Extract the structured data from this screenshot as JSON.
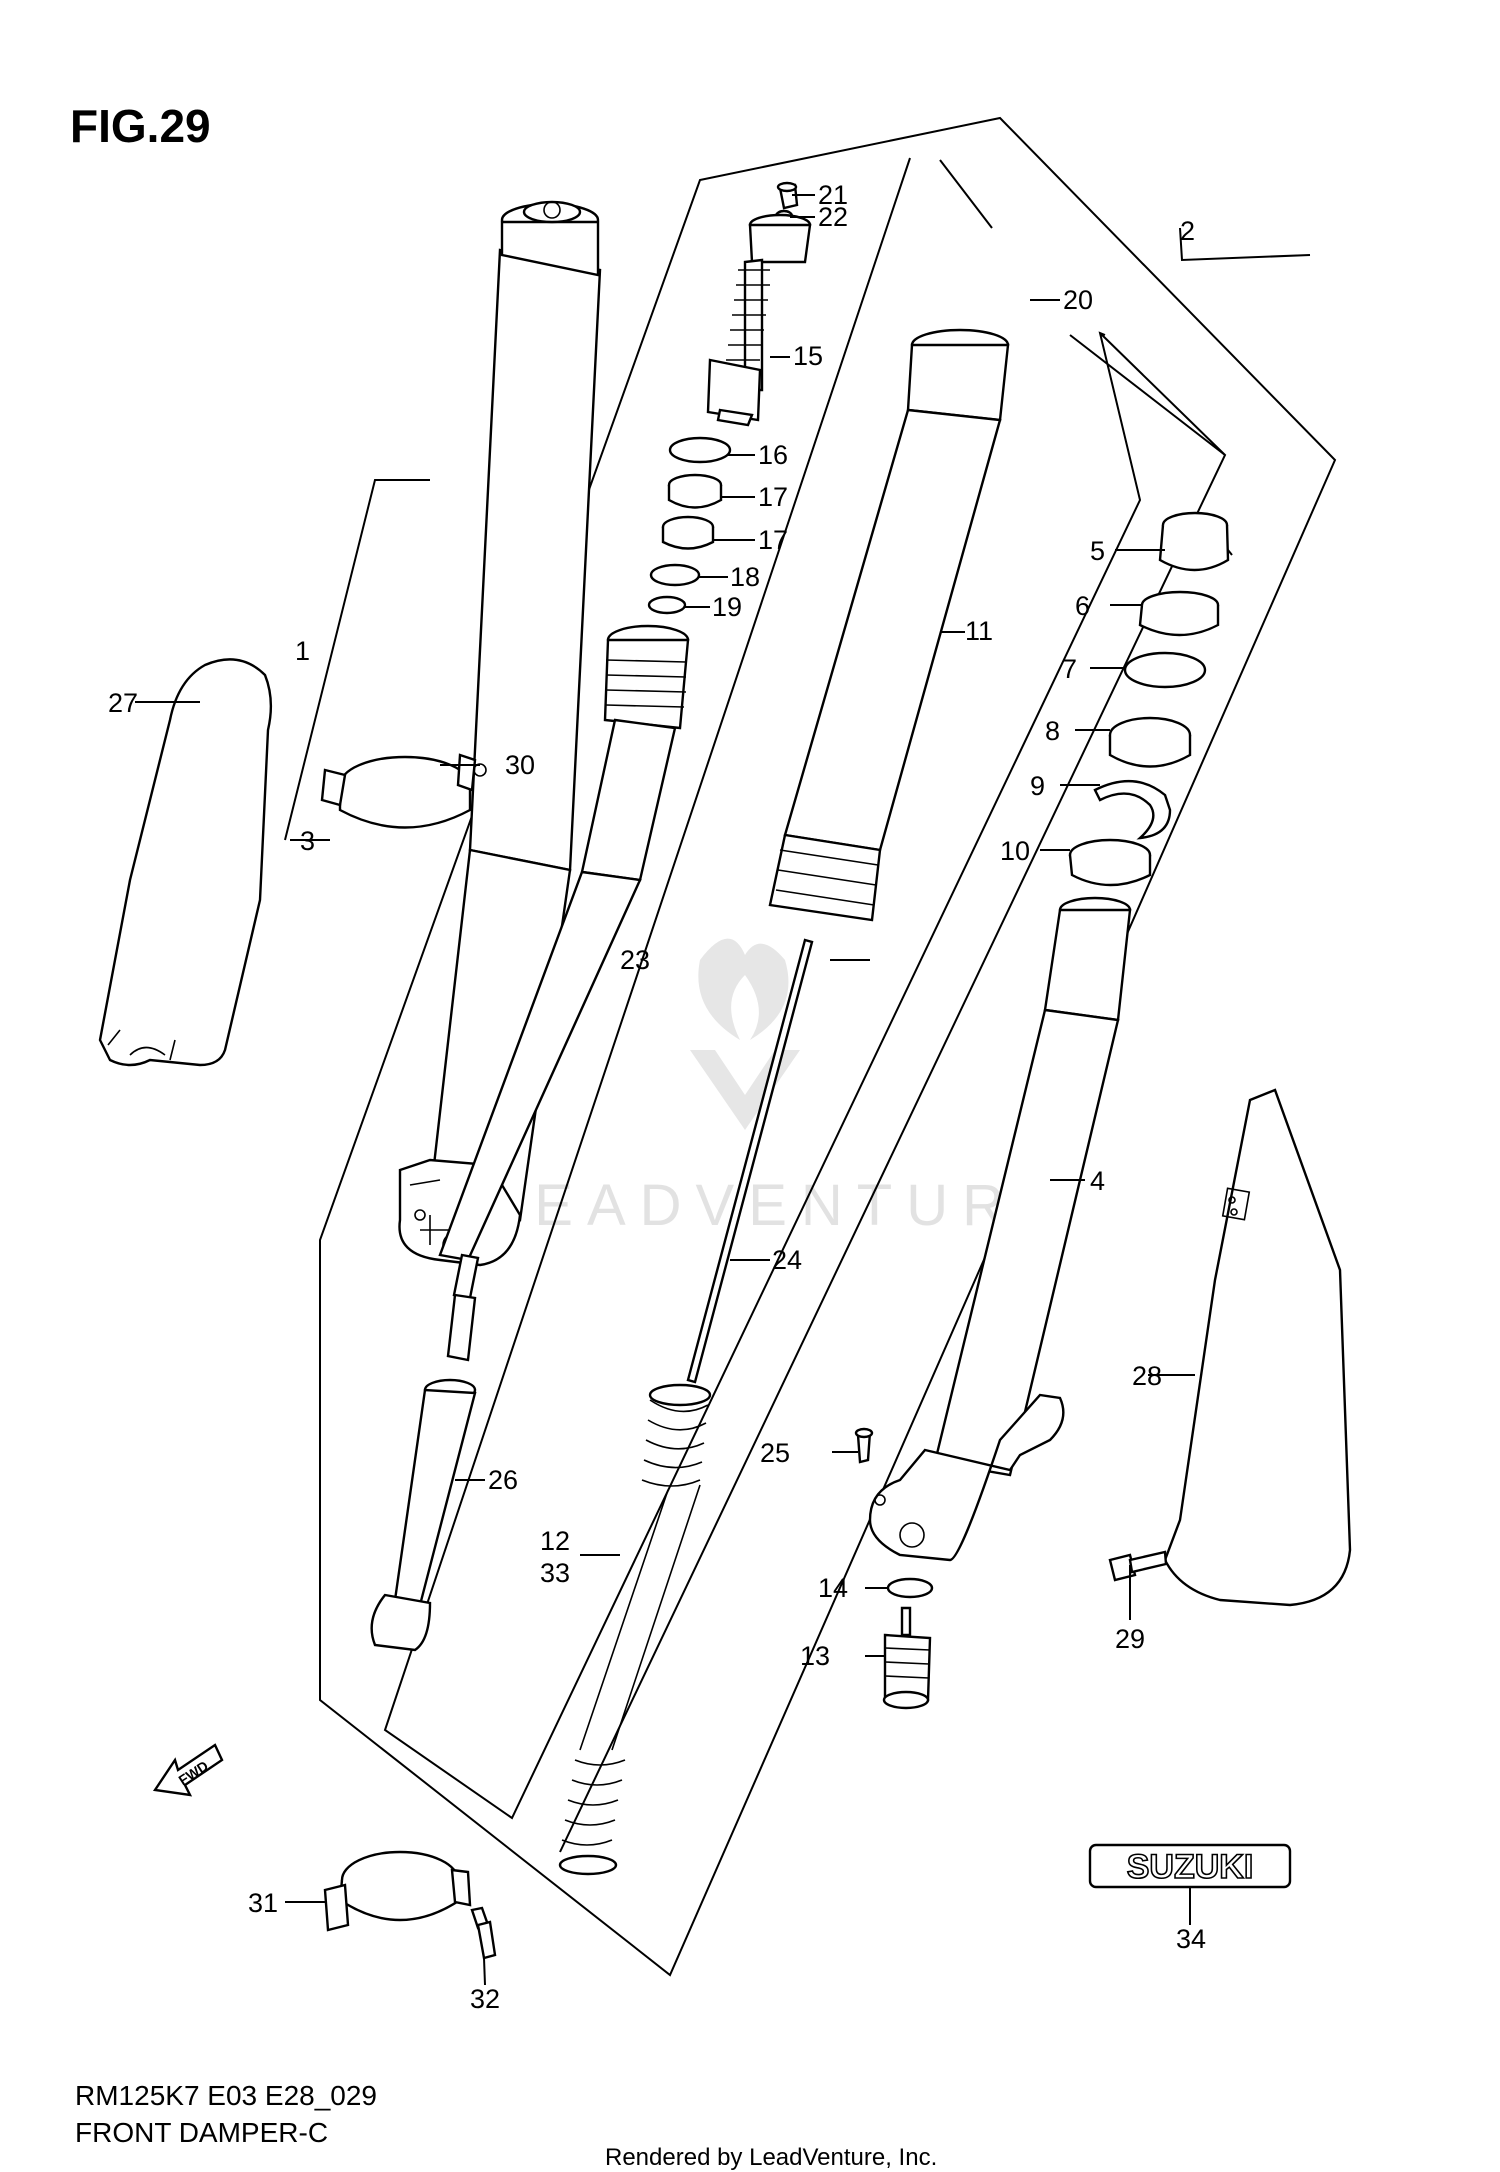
{
  "figure": {
    "title": "FIG.29",
    "model_code": "RM125K7 E03 E28_029",
    "section_name": "FRONT DAMPER-C",
    "credit": "Rendered by LeadVenture, Inc.",
    "watermark": "LEADVENTURE",
    "fwd_label": "FWD",
    "brand_decal": "SUZUKI"
  },
  "callouts": [
    "1",
    "2",
    "3",
    "4",
    "5",
    "6",
    "7",
    "8",
    "9",
    "10",
    "11",
    "12",
    "13",
    "14",
    "15",
    "16",
    "17",
    "17",
    "18",
    "19",
    "20",
    "21",
    "22",
    "23",
    "24",
    "25",
    "26",
    "27",
    "28",
    "29",
    "30",
    "31",
    "32",
    "33",
    "34"
  ]
}
